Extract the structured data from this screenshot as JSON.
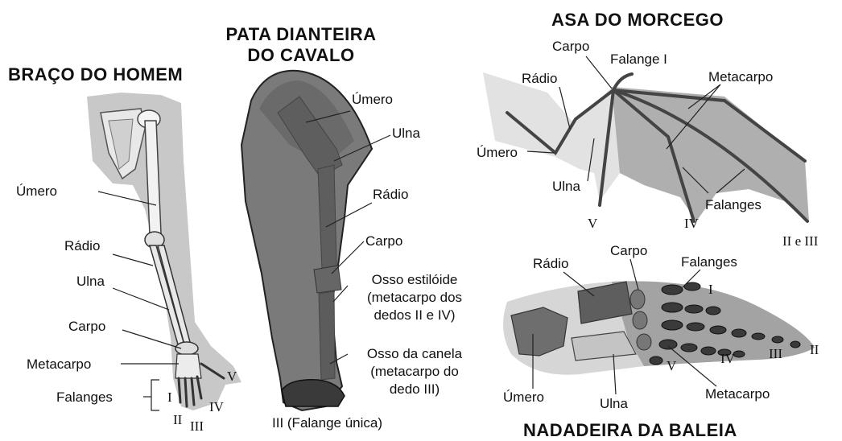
{
  "titles": {
    "human": "BRAÇO DO HOMEM",
    "horse_line1": "PATA DIANTEIRA",
    "horse_line2": "DO CAVALO",
    "bat": "ASA DO MORCEGO",
    "whale": "NADADEIRA DA BALEIA"
  },
  "human": {
    "umero": "Úmero",
    "radio": "Rádio",
    "ulna": "Ulna",
    "carpo": "Carpo",
    "metacarpo": "Metacarpo",
    "falanges": "Falanges",
    "roman": [
      "I",
      "II",
      "III",
      "IV",
      "V"
    ]
  },
  "horse": {
    "umero": "Úmero",
    "ulna": "Ulna",
    "radio": "Rádio",
    "carpo": "Carpo",
    "estiloide": [
      "Osso estilóide",
      "(metacarpo dos",
      "dedos II e IV)"
    ],
    "canela": [
      "Osso da canela",
      "(metacarpo do",
      "dedo III)"
    ],
    "falange": "III (Falange única)"
  },
  "bat": {
    "carpo": "Carpo",
    "falange_i": "Falange I",
    "radio": "Rádio",
    "metacarpo": "Metacarpo",
    "umero": "Úmero",
    "ulna": "Ulna",
    "falanges": "Falanges",
    "roman": [
      "V",
      "IV",
      "II e III"
    ]
  },
  "whale": {
    "radio": "Rádio",
    "carpo": "Carpo",
    "falanges": "Falanges",
    "umero": "Úmero",
    "ulna": "Ulna",
    "metacarpo": "Metacarpo",
    "roman": [
      "I",
      "II",
      "III",
      "IV",
      "V"
    ]
  }
}
